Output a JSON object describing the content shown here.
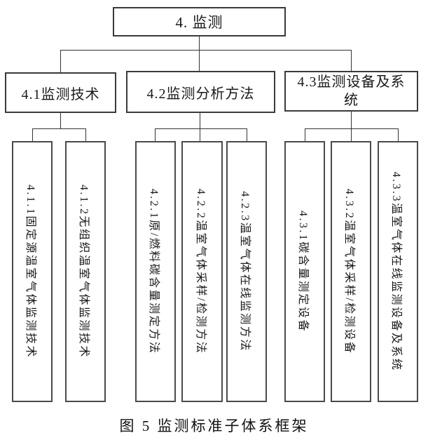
{
  "colors": {
    "background": "#ffffff",
    "line": "#333333",
    "box_border": "#4a4a4a",
    "text": "#1a1a1a"
  },
  "caption": "图 5 监测标准子体系框架",
  "tree": {
    "root": {
      "label": "4. 监测"
    },
    "branches": [
      {
        "label": "4.1监测技术",
        "children": [
          {
            "label": "4.1.1固定源温室气体监测技术"
          },
          {
            "label": "4.1.2无组织温室气体监测技术"
          }
        ]
      },
      {
        "label": "4.2监测分析方法",
        "children": [
          {
            "label": "4.2.1原/燃料碳含量测定方法"
          },
          {
            "label": "4.2.2温室气体采样/检测方法"
          },
          {
            "label": "4.2.3温室气体在线监测方法"
          }
        ]
      },
      {
        "label": "4.3监测设备及系统",
        "children": [
          {
            "label": "4.3.1碳含量测定设备"
          },
          {
            "label": "4.3.2温室气体采样/检测设备"
          },
          {
            "label": "4.3.3温室气体在线监测设备及系统"
          }
        ]
      }
    ]
  }
}
